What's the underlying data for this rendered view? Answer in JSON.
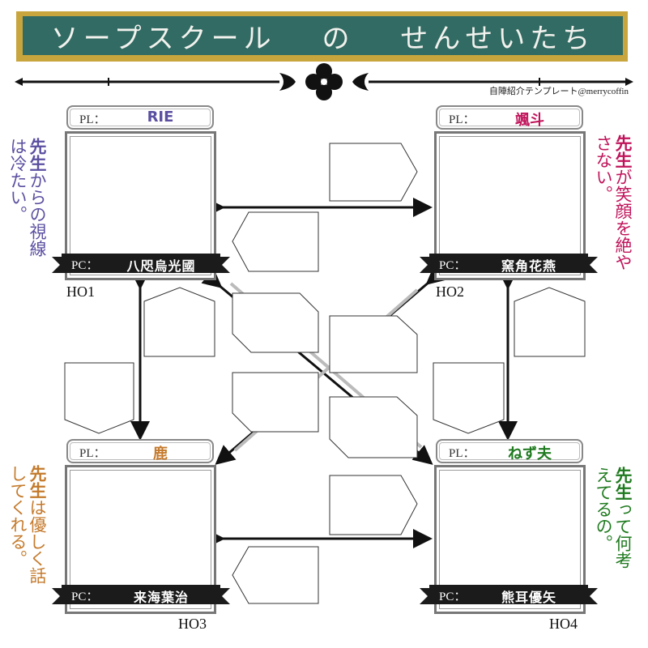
{
  "header": {
    "title": "ソープスクール　 の 　せんせいたち",
    "credit": "自陣紹介テンプレート@merrycoffin"
  },
  "colors": {
    "banner_bg": "#326b63",
    "banner_border": "#c9a53e",
    "ho1": "#5a4fa0",
    "ho2": "#c0145a",
    "ho3": "#c47a2c",
    "ho4": "#1f7a1f"
  },
  "cards": [
    {
      "ho": "HO1",
      "pl_label": "PL：",
      "pl_name": "RIE",
      "pc_label": "PC：",
      "pc_name": "八咫烏光國",
      "comment_bold": "先生",
      "comment_rest": "からの視線は冷たい。"
    },
    {
      "ho": "HO2",
      "pl_label": "PL：",
      "pl_name": "颯斗",
      "pc_label": "PC：",
      "pc_name": "窯角花燕",
      "comment_bold": "先生",
      "comment_rest": "が笑顔を絶やさない。"
    },
    {
      "ho": "HO3",
      "pl_label": "PL：",
      "pl_name": "鹿",
      "pc_label": "PC：",
      "pc_name": "来海葉治",
      "comment_bold": "先生",
      "comment_rest": "は優しく話してくれる。"
    },
    {
      "ho": "HO4",
      "pl_label": "PL：",
      "pl_name": "ねず夫",
      "pc_label": "PC：",
      "pc_name": "熊耳優矢",
      "comment_bold": "先生",
      "comment_rest": "って何考えてるの。"
    }
  ]
}
